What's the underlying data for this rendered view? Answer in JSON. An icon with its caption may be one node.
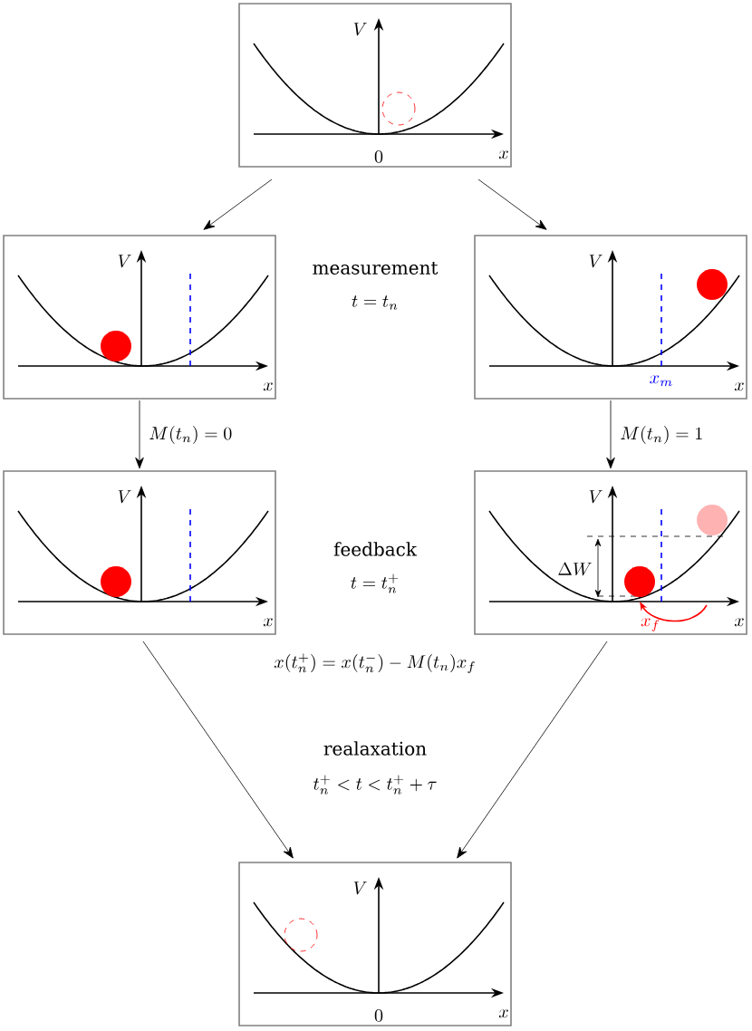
{
  "diagram": {
    "nodes": [
      {
        "text": [
          "V",
          "0",
          "x"
        ]
      },
      {
        "text": [
          "V",
          "x"
        ]
      },
      {
        "text": [
          "V",
          "x",
          "x_m"
        ]
      },
      {
        "text": [
          "V",
          "x"
        ]
      },
      {
        "text": [
          "V",
          "\\Delta W",
          "x",
          "x_f"
        ]
      },
      {
        "text": [
          "V",
          "0",
          "x"
        ]
      }
    ],
    "edges": [
      {
        "from": 0,
        "to": 1,
        "arrow": "to"
      },
      {
        "from": 0,
        "to": 2,
        "arrow": "to"
      },
      {
        "from": 1,
        "to": 3,
        "arrow": "to",
        "label": "M(t_n) = 0"
      },
      {
        "from": 2,
        "to": 4,
        "arrow": "to",
        "label": "M(t_n) = 1"
      },
      {
        "from": 3,
        "to": 5,
        "arrow": "to"
      },
      {
        "from": 4,
        "to": 5,
        "arrow": "to"
      }
    ],
    "labels": [
      "measurement",
      "t = t_n",
      "feedback",
      "t = t_n^+",
      "x(t_n^+) = x(t_n^-) - M(t_n) x_f",
      "realaxation",
      "t_n^+ < t < t_n^+ + \\tau"
    ]
  }
}
